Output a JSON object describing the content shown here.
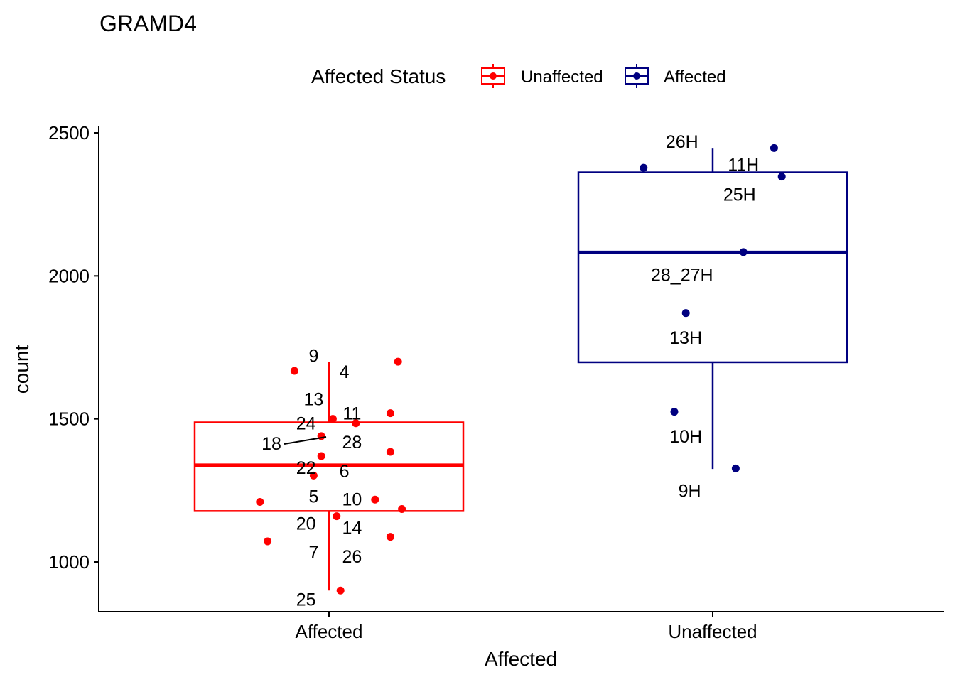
{
  "chart_data": {
    "type": "box",
    "title": "GRAMD4",
    "xlabel": "Affected",
    "ylabel": "count",
    "ylim": [
      840,
      2515
    ],
    "yticks": [
      1000,
      1500,
      2000,
      2500
    ],
    "categories": [
      "Affected",
      "Unaffected"
    ],
    "legend": {
      "title": "Affected Status",
      "position": "top",
      "entries": [
        {
          "label": "Unaffected",
          "color": "#FF0000"
        },
        {
          "label": "Affected",
          "color": "#000080"
        }
      ]
    },
    "boxes": [
      {
        "category": "Affected",
        "color": "#FF0000",
        "whisker_low": 900,
        "q1": 1178,
        "median": 1338,
        "q3": 1488,
        "whisker_high": 1700
      },
      {
        "category": "Unaffected",
        "color": "#000080",
        "whisker_low": 1325,
        "q1": 1698,
        "median": 2082,
        "q3": 2362,
        "whisker_high": 2445
      }
    ],
    "points": [
      {
        "category": "Affected",
        "jitter": 0.18,
        "y": 1700,
        "label": "9",
        "label_dx": -0.04,
        "label_dy": 1722
      },
      {
        "category": "Affected",
        "jitter": -0.09,
        "y": 1668,
        "label": "4",
        "label_dx": 0.04,
        "label_dy": 1665
      },
      {
        "category": "Affected",
        "jitter": 0.16,
        "y": 1520,
        "label": "13",
        "label_dx": -0.04,
        "label_dy": 1570
      },
      {
        "category": "Affected",
        "jitter": 0.07,
        "y": 1485,
        "label": "11",
        "label_dx": 0.06,
        "label_dy": 1520
      },
      {
        "category": "Affected",
        "jitter": 0.01,
        "y": 1500,
        "label": "24",
        "label_dx": -0.06,
        "label_dy": 1485
      },
      {
        "category": "Affected",
        "jitter": -0.02,
        "y": 1440,
        "label": "18",
        "label_dx": -0.15,
        "label_dy": 1415
      },
      {
        "category": "Affected",
        "jitter": 0.16,
        "y": 1385,
        "label": "28",
        "label_dx": 0.06,
        "label_dy": 1420
      },
      {
        "category": "Affected",
        "jitter": -0.02,
        "y": 1370,
        "label": "22",
        "label_dx": -0.06,
        "label_dy": 1330
      },
      {
        "category": "Affected",
        "jitter": -0.04,
        "y": 1302,
        "label": "6",
        "label_dx": 0.04,
        "label_dy": 1318
      },
      {
        "category": "Affected",
        "jitter": 0.12,
        "y": 1218,
        "label": "10",
        "label_dx": 0.06,
        "label_dy": 1220
      },
      {
        "category": "Affected",
        "jitter": -0.18,
        "y": 1210,
        "label": "5",
        "label_dx": -0.04,
        "label_dy": 1230
      },
      {
        "category": "Affected",
        "jitter": 0.19,
        "y": 1185,
        "label": "14",
        "label_dx": 0.06,
        "label_dy": 1120
      },
      {
        "category": "Affected",
        "jitter": 0.02,
        "y": 1160,
        "label": "20",
        "label_dx": -0.06,
        "label_dy": 1135
      },
      {
        "category": "Affected",
        "jitter": 0.16,
        "y": 1088,
        "label": "26",
        "label_dx": 0.06,
        "label_dy": 1020
      },
      {
        "category": "Affected",
        "jitter": -0.16,
        "y": 1072,
        "label": "7",
        "label_dx": -0.04,
        "label_dy": 1035
      },
      {
        "category": "Affected",
        "jitter": 0.03,
        "y": 900,
        "label": "25",
        "label_dx": -0.06,
        "label_dy": 870
      },
      {
        "category": "Unaffected",
        "jitter": 0.16,
        "y": 2447,
        "label": "26H",
        "label_dx": -0.08,
        "label_dy": 2470
      },
      {
        "category": "Unaffected",
        "jitter": -0.18,
        "y": 2378,
        "label": "11H",
        "label_dx": 0.08,
        "label_dy": 2390
      },
      {
        "category": "Unaffected",
        "jitter": 0.18,
        "y": 2347,
        "label": "25H",
        "label_dx": 0.07,
        "label_dy": 2285
      },
      {
        "category": "Unaffected",
        "jitter": 0.08,
        "y": 2083,
        "label": "28_27H",
        "label_dx": -0.08,
        "label_dy": 2005
      },
      {
        "category": "Unaffected",
        "jitter": -0.07,
        "y": 1870,
        "label": "13H",
        "label_dx": -0.07,
        "label_dy": 1785
      },
      {
        "category": "Unaffected",
        "jitter": -0.1,
        "y": 1525,
        "label": "10H",
        "label_dx": -0.07,
        "label_dy": 1440
      },
      {
        "category": "Unaffected",
        "jitter": 0.06,
        "y": 1327,
        "label": "9H",
        "label_dx": -0.06,
        "label_dy": 1250
      }
    ]
  }
}
